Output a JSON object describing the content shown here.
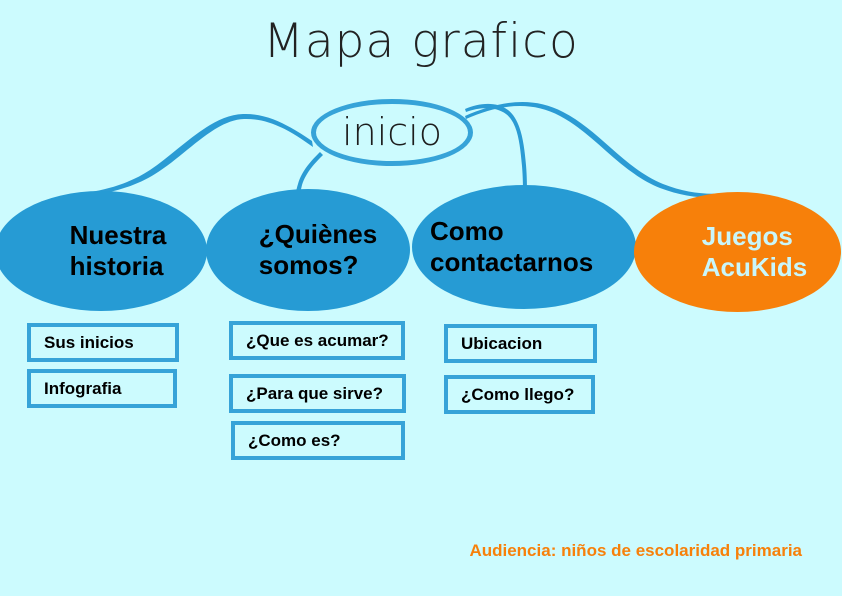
{
  "page": {
    "title": "Mapa grafico",
    "background_color": "#ccfbfe",
    "accent_blue": "#269bd4",
    "stroke_blue": "#36a3d8",
    "accent_orange": "#f7800a",
    "light_text": "#c9f6fb"
  },
  "root": {
    "label": "inicio",
    "shape": "ellipse-outline",
    "stroke_color": "#36a3d8"
  },
  "branches": [
    {
      "id": "historia",
      "label": "Nuestra\nhistoria",
      "fill": "#269bd4",
      "text_color": "#000000",
      "leaves": [
        {
          "id": "sus-inicios",
          "label": "Sus inicios"
        },
        {
          "id": "infografia",
          "label": "Infografia"
        }
      ]
    },
    {
      "id": "quienes",
      "label": "¿Quiènes\nsomos?",
      "fill": "#269bd4",
      "text_color": "#000000",
      "leaves": [
        {
          "id": "que-acumar",
          "label": "¿Que es acumar?"
        },
        {
          "id": "para-sirve",
          "label": "¿Para que sirve?"
        },
        {
          "id": "como-es",
          "label": "¿Como es?"
        }
      ]
    },
    {
      "id": "contactarnos",
      "label": "Como\ncontactarnos",
      "fill": "#269bd4",
      "text_color": "#000000",
      "leaves": [
        {
          "id": "ubicacion",
          "label": "Ubicacion"
        },
        {
          "id": "como-llego",
          "label": "¿Como llego?"
        }
      ]
    },
    {
      "id": "juegos",
      "label": "Juegos\nAcuKids",
      "fill": "#f7800a",
      "text_color": "#c9f6fb",
      "leaves": []
    }
  ],
  "footer": {
    "audience_note": "Audiencia: niños de escolaridad primaria"
  }
}
